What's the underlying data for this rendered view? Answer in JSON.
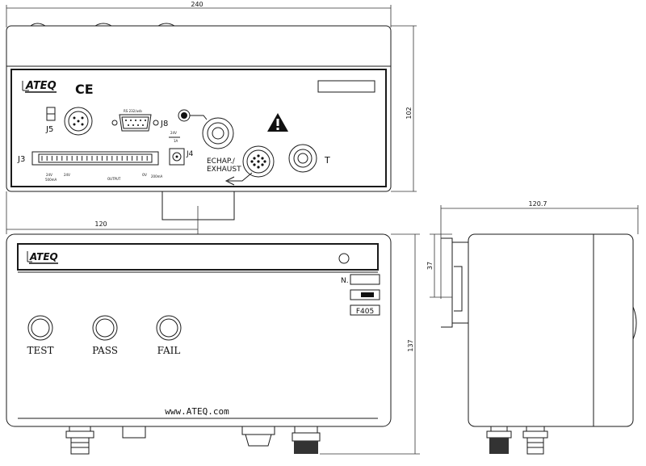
{
  "dimensions": {
    "top_width": "240",
    "top_height": "102",
    "half_width": "120",
    "front_height": "137",
    "side_width": "120.7",
    "rail_height": "37"
  },
  "back_panel": {
    "brand": "ATEQ",
    "ce_mark": "CE",
    "j5": "J5",
    "j8": "J8",
    "rs_label": "RS 232/usb",
    "j3": "J3",
    "j4": "J4",
    "j4_rating": "24V",
    "j4_rating_sub": "1A",
    "exhaust_fr": "ECHAP./",
    "exhaust_en": "EXHAUST",
    "t_port": "T",
    "output_label": "OUTPUT",
    "left_rating_1": "24V",
    "left_rating_2": "500mA",
    "mid_rating": "24V",
    "right_rating": "OV",
    "right_rating_2": "200mA"
  },
  "front_panel": {
    "brand": "ATEQ",
    "n_label": "N.",
    "model": "F405",
    "test": "TEST",
    "pass": "PASS",
    "fail": "FAIL",
    "website": "www.ATEQ.com"
  }
}
